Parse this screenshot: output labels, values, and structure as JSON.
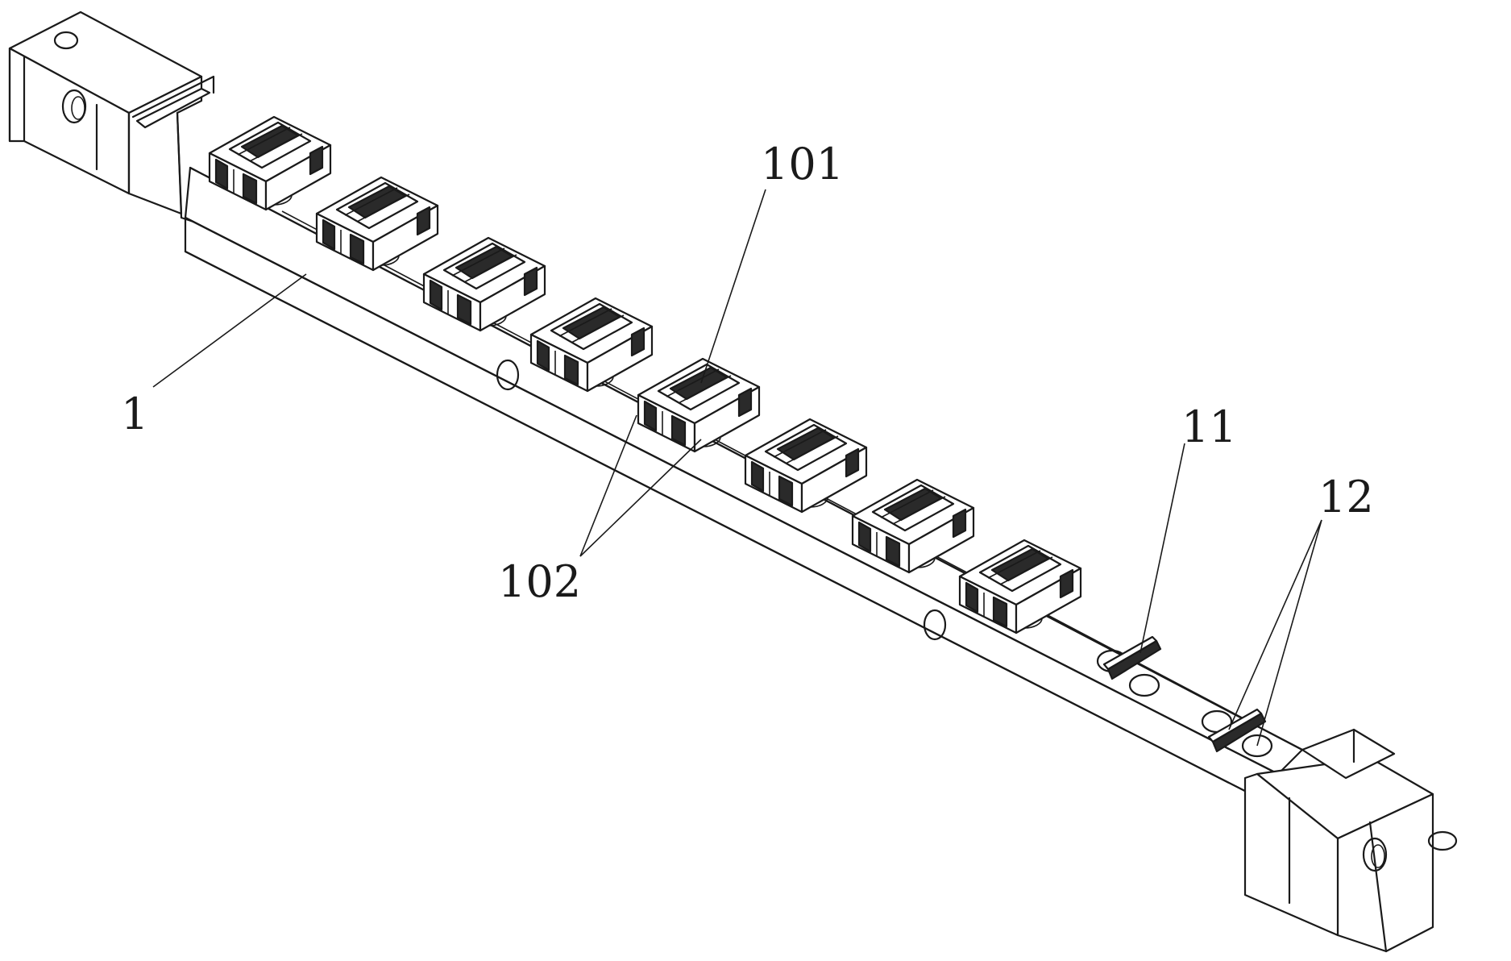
{
  "colors": {
    "stroke": "#1a1a1a",
    "background": "#ffffff",
    "shade": "#f3f3f3"
  },
  "labels": {
    "rail": "1",
    "clip": "101",
    "clip_tabs": "102",
    "divider": "11",
    "holes": "12"
  },
  "clip_count": 8
}
